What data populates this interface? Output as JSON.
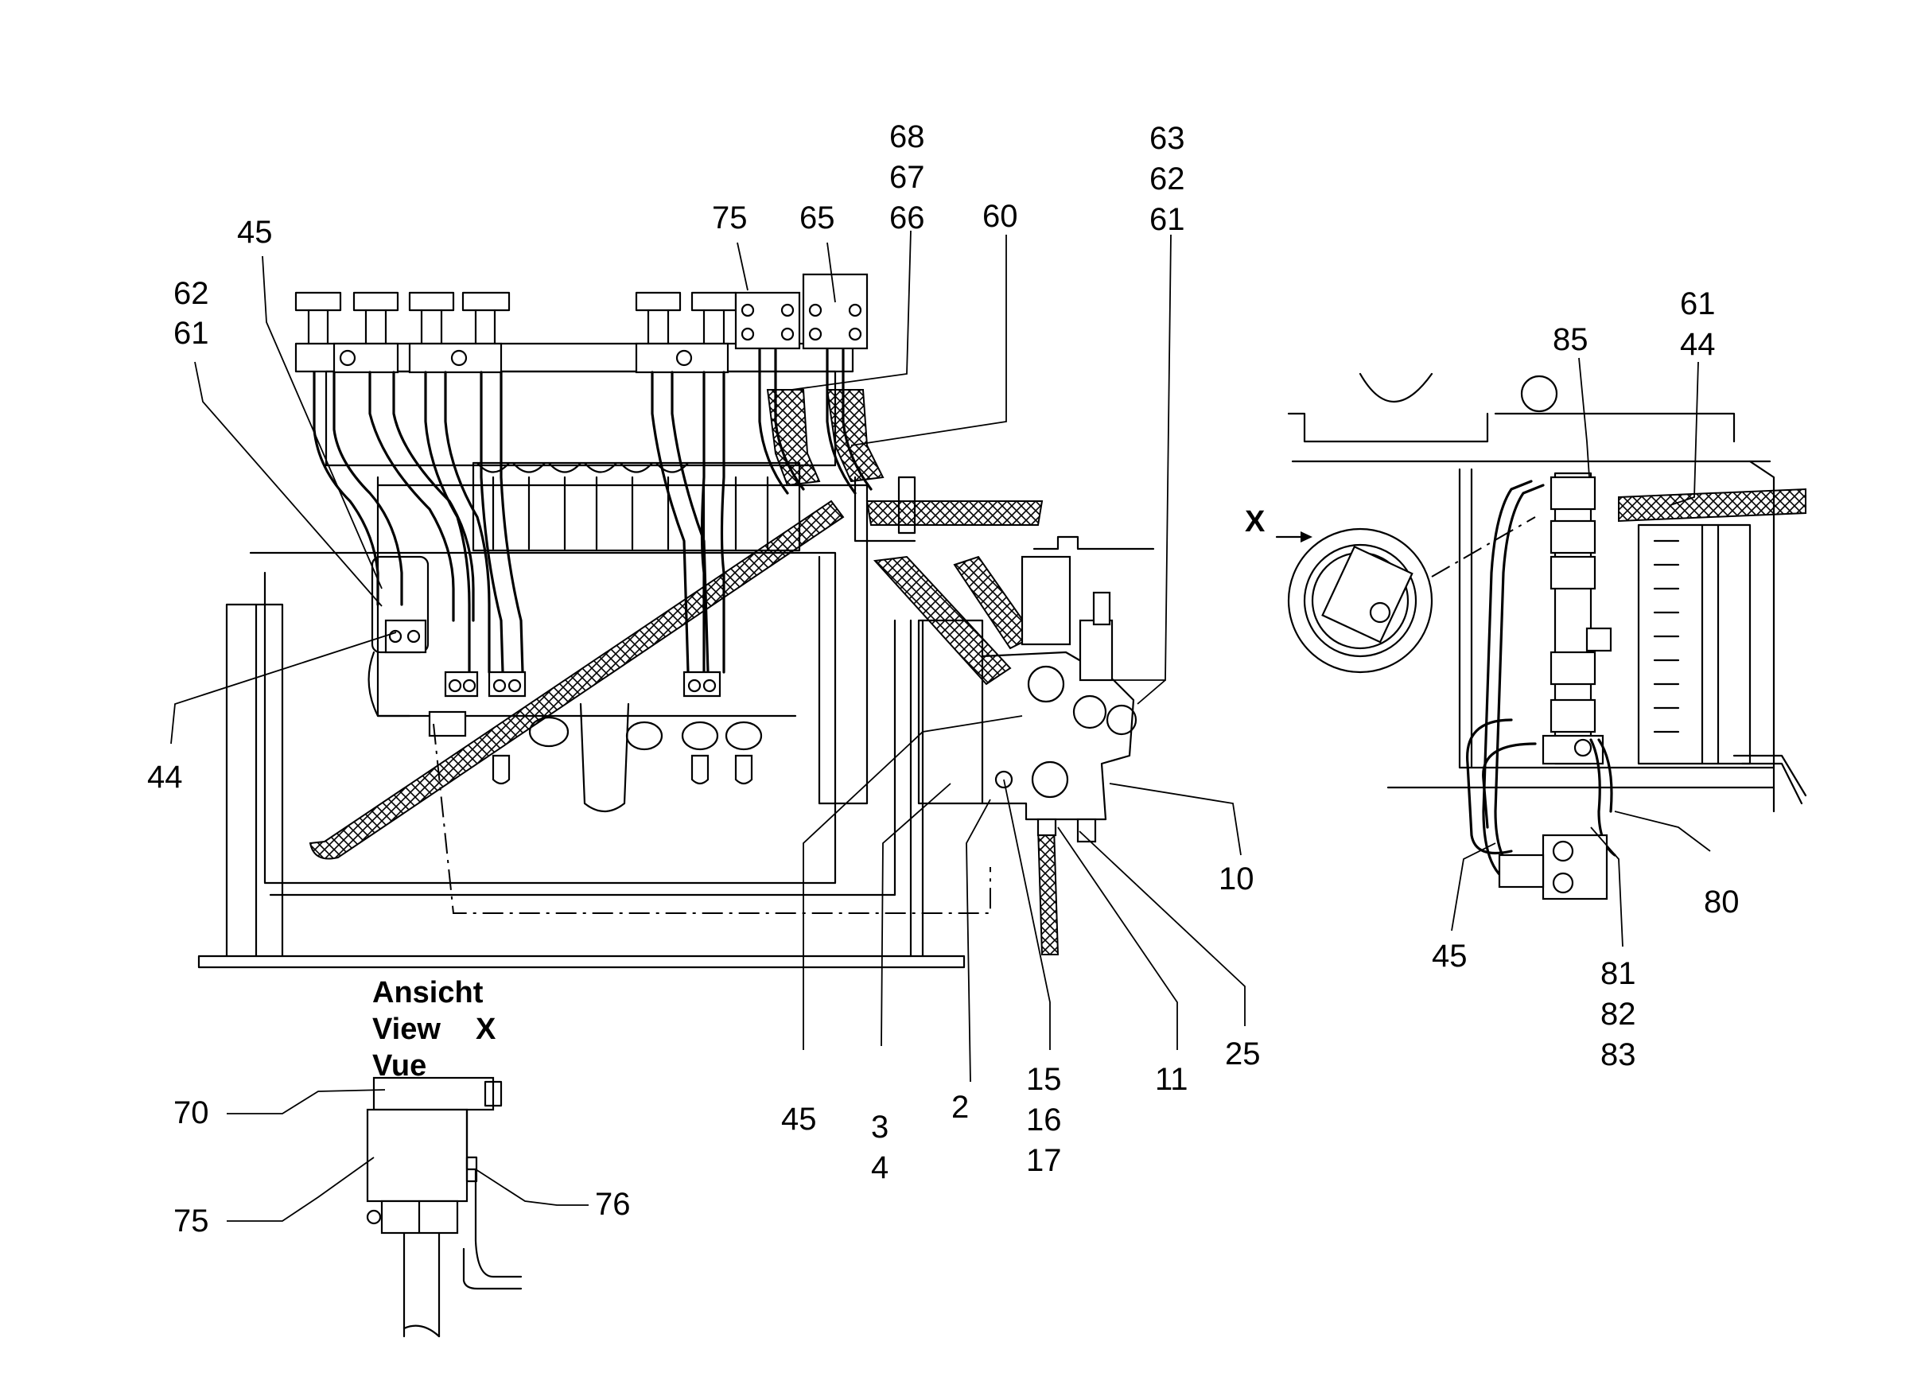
{
  "view_caption": {
    "line1": "Ansicht",
    "line2": "View",
    "line2_mark": "X",
    "line3": "Vue"
  },
  "view_marker": "X",
  "labels": {
    "l45_top": "45",
    "l62_left": "62",
    "l61_left": "61",
    "l44_left": "44",
    "l75_top": "75",
    "l65_top": "65",
    "l68": "68",
    "l67": "67",
    "l66": "66",
    "l60": "60",
    "l63": "63",
    "l62_mid": "62",
    "l61_mid": "61",
    "l10": "10",
    "l25": "25",
    "l11": "11",
    "l15": "15",
    "l16": "16",
    "l17": "17",
    "l2": "2",
    "l3": "3",
    "l4": "4",
    "l45_mid": "45",
    "l70": "70",
    "l75_bottom": "75",
    "l76": "76",
    "l85": "85",
    "l61_right": "61",
    "l44_right": "44",
    "l80": "80",
    "l45_right": "45",
    "l81": "81",
    "l82": "82",
    "l83": "83"
  }
}
